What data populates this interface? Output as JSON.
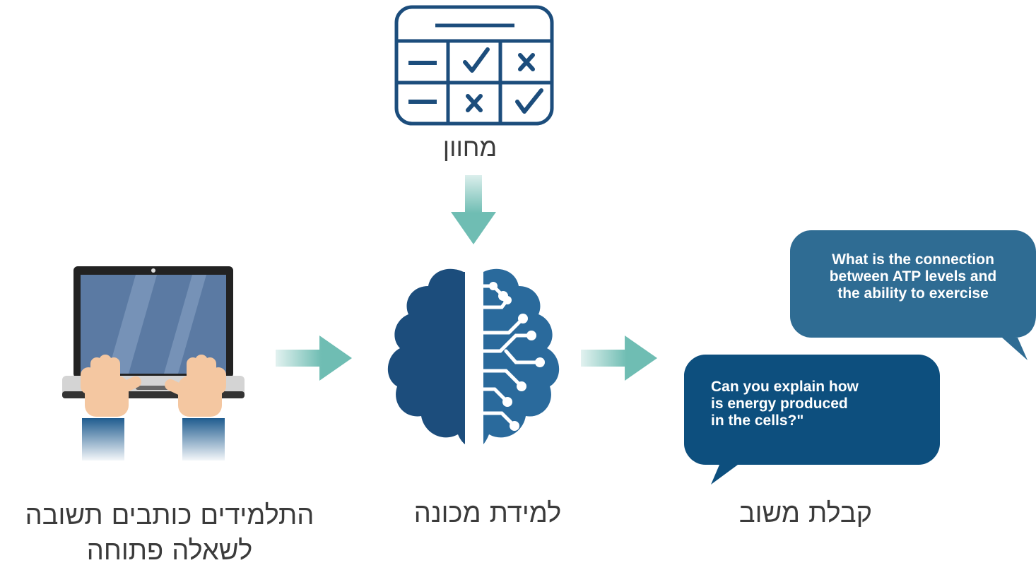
{
  "rubric": {
    "label": "מחוון",
    "icon": "rubric-table-icon"
  },
  "students": {
    "label_line1": "התלמידים כותבים תשובה",
    "label_line2": "לשאלה פתוחה",
    "icon": "laptop-typing-icon"
  },
  "machine_learning": {
    "label": "למידת מכונה",
    "icon": "brain-circuit-icon"
  },
  "feedback": {
    "label": "קבלת משוב",
    "questions": [
      {
        "line1": "What is the connection",
        "line2": "between ATP levels and",
        "line3": "the ability to exercise"
      },
      {
        "line1": "Can you explain how",
        "line2": "is energy produced",
        "line3": "in the cells?\""
      }
    ]
  },
  "colors": {
    "navy": "#1c4d7c",
    "teal_arrow": "#6fbdb3",
    "bubble_dark": "#0d4f7e",
    "bubble_light": "#2f6c93",
    "screen": "#5b7aa3"
  }
}
